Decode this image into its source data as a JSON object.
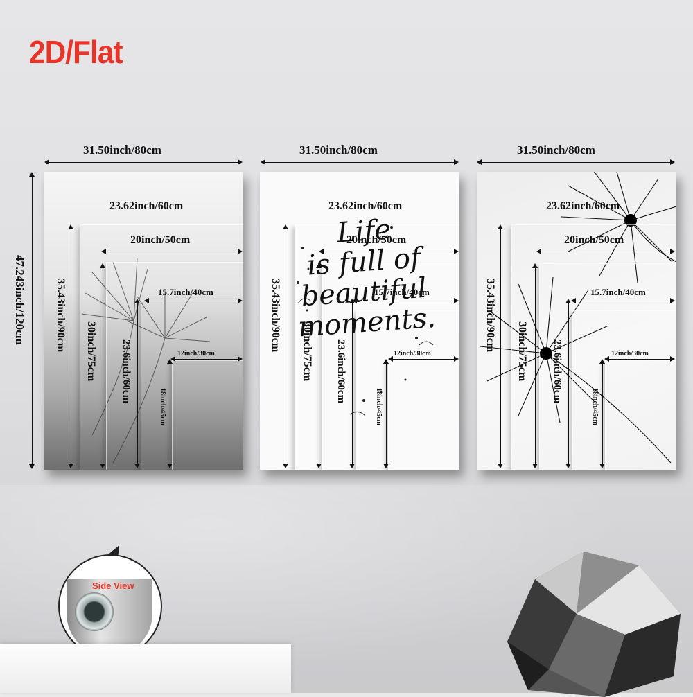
{
  "badge": "2D/Flat",
  "side_view_label": "Side View",
  "height_label": "47.243inch/120cm",
  "panels": [
    {
      "width_label": "31.50inch/80cm",
      "labels": {
        "w60": "23.62inch/60cm",
        "w50": "20inch/50cm",
        "w40": "15.7inch/40cm",
        "w30": "12inch/30cm",
        "h90": "35.43inch/90cm",
        "h75": "30inch/75cm",
        "h60": "23.6inch/60cm",
        "h45": "18inch/45cm"
      }
    },
    {
      "width_label": "31.50inch/80cm",
      "labels": {
        "w60": "23.62inch/60cm",
        "w50": "20inch/50cm",
        "w40": "15.7inch/40cm",
        "w30": "12inch/30cm",
        "h90": "35.43inch/90cm",
        "h75": "30inch/75cm",
        "h60": "23.6inch/60cm",
        "h45": "18inch/45cm"
      },
      "quote": [
        "Life",
        "is full of",
        "beautiful",
        "moments."
      ]
    },
    {
      "width_label": "31.50inch/80cm",
      "labels": {
        "w60": "23.62inch/60cm",
        "w50": "20inch/50cm",
        "w40": "15.7inch/40cm",
        "w30": "12inch/30cm",
        "h90": "35.43inch/90cm",
        "h75": "30inch/75cm",
        "h60": "23.6inch/60cm",
        "h45": "18inch/45cm"
      }
    }
  ]
}
